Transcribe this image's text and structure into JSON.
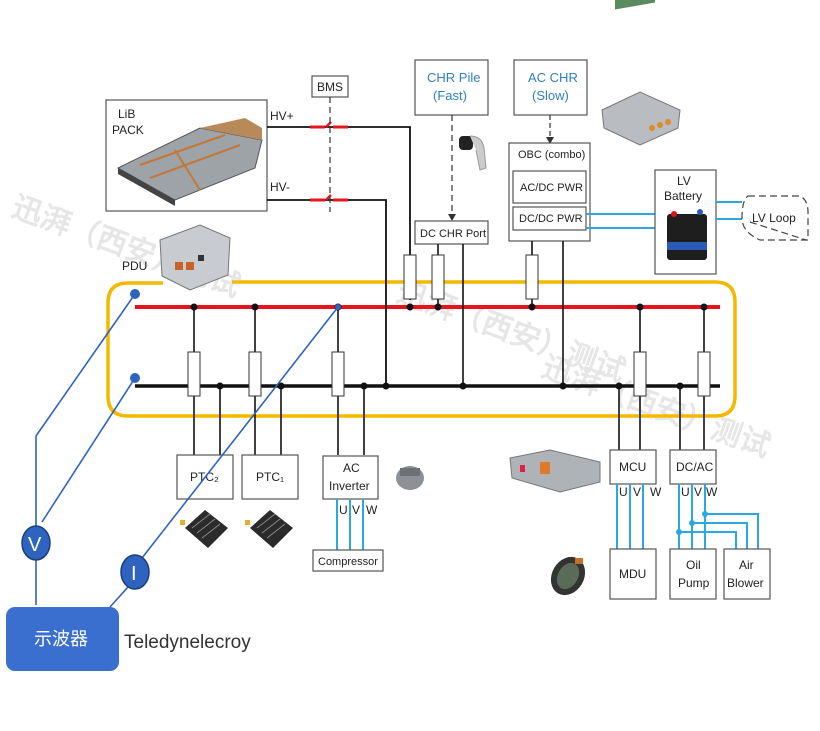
{
  "colors": {
    "hv_positive": "#e8141c",
    "hv_negative": "#111111",
    "pdu_outline": "#f5b800",
    "probe": "#2e64c0",
    "phase": "#29a9e0",
    "charge_text": "#2f7fc1"
  },
  "watermark": "迅湃（西安）测试",
  "battery": {
    "title_line1": "LiB",
    "title_line2": "PACK",
    "hv_plus": "HV+",
    "hv_minus": "HV-"
  },
  "bms": {
    "label": "BMS"
  },
  "pdu": {
    "label": "PDU"
  },
  "dc_charger": {
    "line1": "CHR Pile",
    "line2": "(Fast)",
    "port": "DC CHR Port"
  },
  "ac_charger": {
    "line1": "AC CHR",
    "line2": "(Slow)"
  },
  "obc": {
    "title": "OBC (combo)",
    "acdc": "AC/DC PWR",
    "dcdc": "DC/DC PWR"
  },
  "lv": {
    "line1": "LV",
    "line2": "Battery",
    "loop": "LV Loop"
  },
  "loads": {
    "ptc2": "PTC₂",
    "ptc1": "PTC₁",
    "ac_inverter_line1": "AC",
    "ac_inverter_line2": "Inverter",
    "compressor": "Compressor",
    "mcu": "MCU",
    "mdu": "MDU",
    "dcac": "DC/AC",
    "oil_pump_line1": "Oil",
    "oil_pump_line2": "Pump",
    "air_blower_line1": "Air",
    "air_blower_line2": "Blower"
  },
  "phases": {
    "u": "U",
    "v": "V",
    "w": "W"
  },
  "probes": {
    "voltage": "V",
    "current": "I"
  },
  "oscilloscope": {
    "label": "示波器",
    "brand": "Teledynelecroy"
  }
}
